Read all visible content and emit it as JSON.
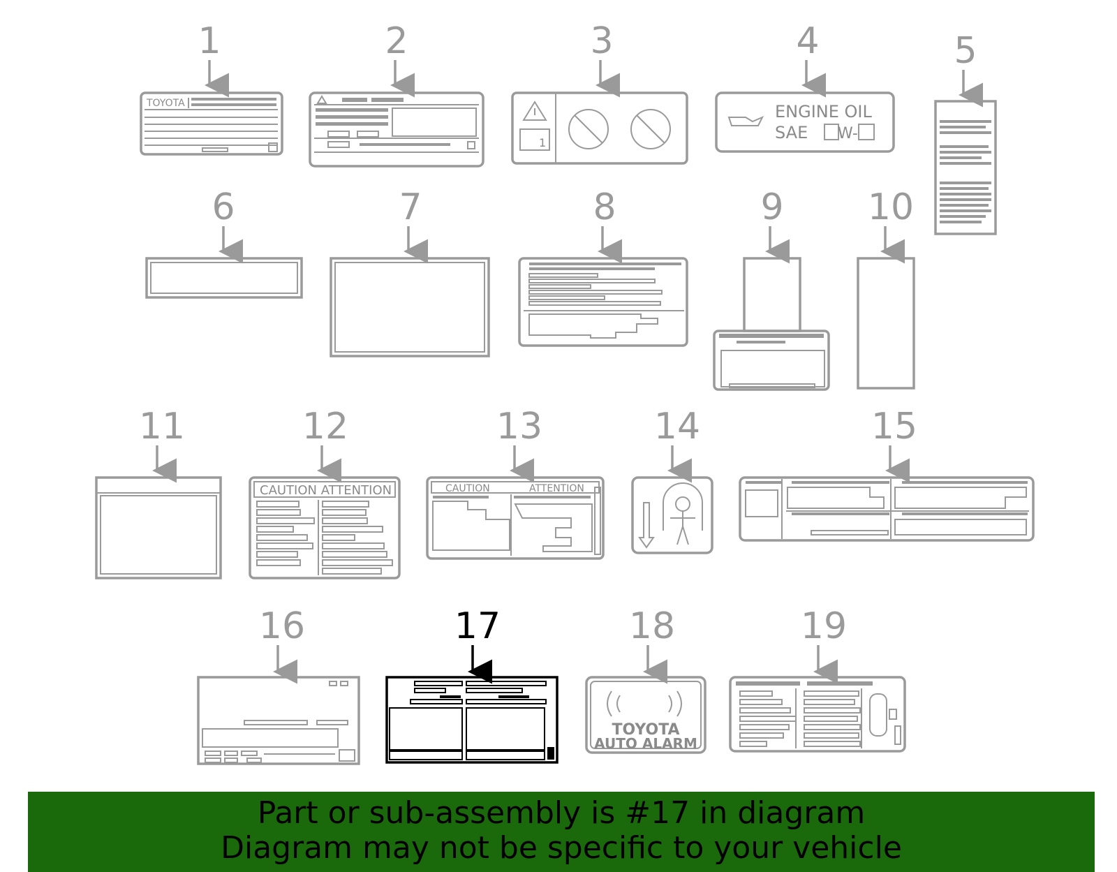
{
  "diagram": {
    "labels": [
      {
        "number": "1",
        "highlighted": false
      },
      {
        "number": "2",
        "highlighted": false
      },
      {
        "number": "3",
        "highlighted": false
      },
      {
        "number": "4",
        "highlighted": false
      },
      {
        "number": "5",
        "highlighted": false
      },
      {
        "number": "6",
        "highlighted": false
      },
      {
        "number": "7",
        "highlighted": false
      },
      {
        "number": "8",
        "highlighted": false
      },
      {
        "number": "9",
        "highlighted": false
      },
      {
        "number": "10",
        "highlighted": false
      },
      {
        "number": "11",
        "highlighted": false
      },
      {
        "number": "12",
        "highlighted": false
      },
      {
        "number": "13",
        "highlighted": false
      },
      {
        "number": "14",
        "highlighted": false
      },
      {
        "number": "15",
        "highlighted": false
      },
      {
        "number": "16",
        "highlighted": false
      },
      {
        "number": "17",
        "highlighted": true
      },
      {
        "number": "18",
        "highlighted": false
      },
      {
        "number": "19",
        "highlighted": false
      }
    ],
    "label_texts": {
      "toyota": "TOYOTA",
      "engine_oil_line1": "ENGINE   OIL",
      "engine_oil_line2": "SAE",
      "engine_oil_w": "W-",
      "caution_attention": "CAUTION  ATTENTION",
      "caution": "CAUTION",
      "attention": "ATTENTION",
      "alarm_line1": "TOYOTA",
      "alarm_line2": "AUTO ALARM"
    },
    "colors": {
      "part_gray": "#9a9a9a",
      "highlight": "#000000",
      "banner_bg": "#1a6a0c"
    }
  },
  "banner": {
    "line1": "Part or sub-assembly is #17 in diagram",
    "line2": "Diagram may not be specific to your vehicle"
  }
}
